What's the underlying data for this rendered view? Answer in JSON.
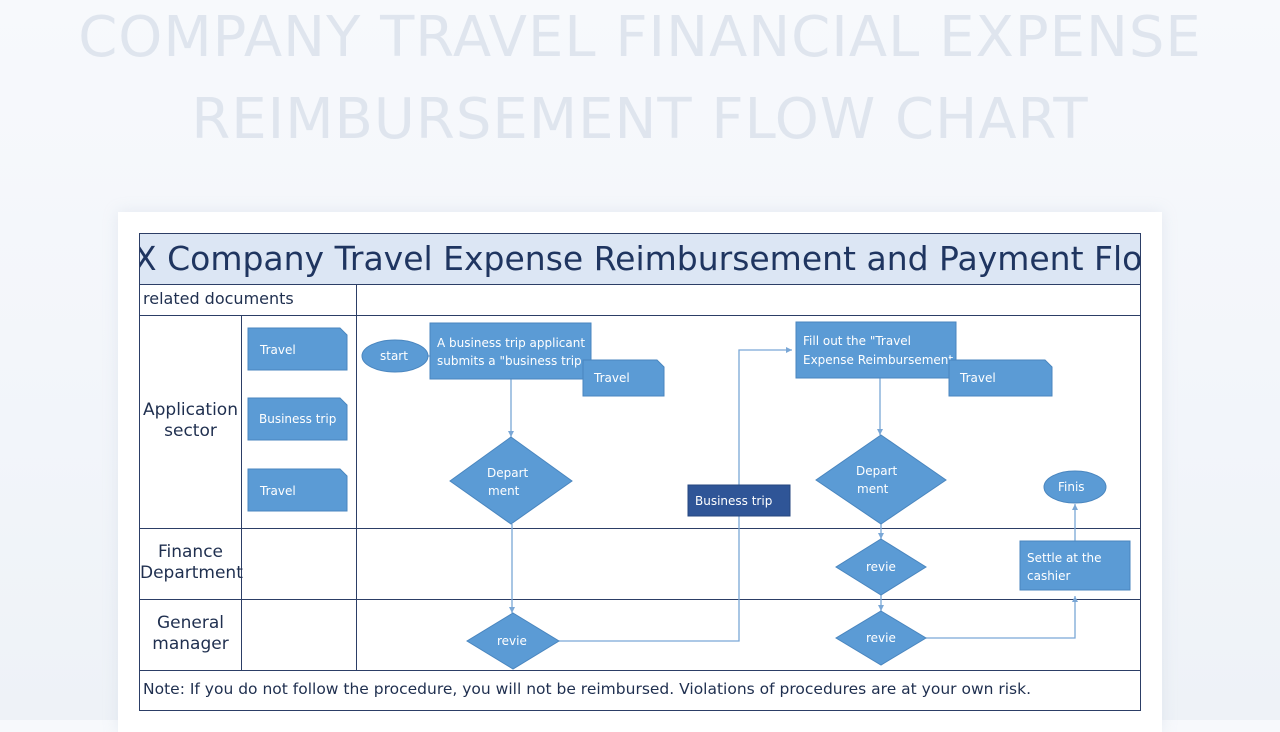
{
  "banner": {
    "line1": "COMPANY TRAVEL FINANCIAL EXPENSE",
    "line2": "REIMBURSEMENT FLOW CHART"
  },
  "sheet": {
    "title": "X Company Travel Expense Reimbursement and Payment Flowchart",
    "header_label": "related documents",
    "note": "Note: If you do not follow the procedure, you will not be reimbursed. Violations of procedures are at your own risk."
  },
  "lanes": {
    "application": [
      "Application",
      "sector"
    ],
    "finance": [
      "Finance",
      "Department"
    ],
    "manager": [
      "General",
      "manager"
    ]
  },
  "documents": [
    "Travel",
    "Business trip",
    "Travel"
  ],
  "nodes": {
    "start": "start",
    "step1": [
      "A business trip applicant",
      "submits a \"business trip"
    ],
    "doc1": "Travel",
    "dept1": [
      "Depart",
      "ment"
    ],
    "review_gm1": "revie",
    "business_trip": "Business trip",
    "step2": [
      "Fill out the \"Travel",
      "Expense Reimbursement"
    ],
    "doc2": "Travel",
    "dept2": [
      "Depart",
      "ment"
    ],
    "review_fin": "revie",
    "review_gm2": "revie",
    "cashier": [
      "Settle at the",
      "cashier"
    ],
    "finish": "Finis"
  },
  "colors": {
    "shape_fill": "#5b9bd5",
    "shape_stroke": "#4a86bf",
    "dark_box": "#2f5597",
    "connector": "#7aa7d6",
    "grid": "#2c3e66"
  }
}
